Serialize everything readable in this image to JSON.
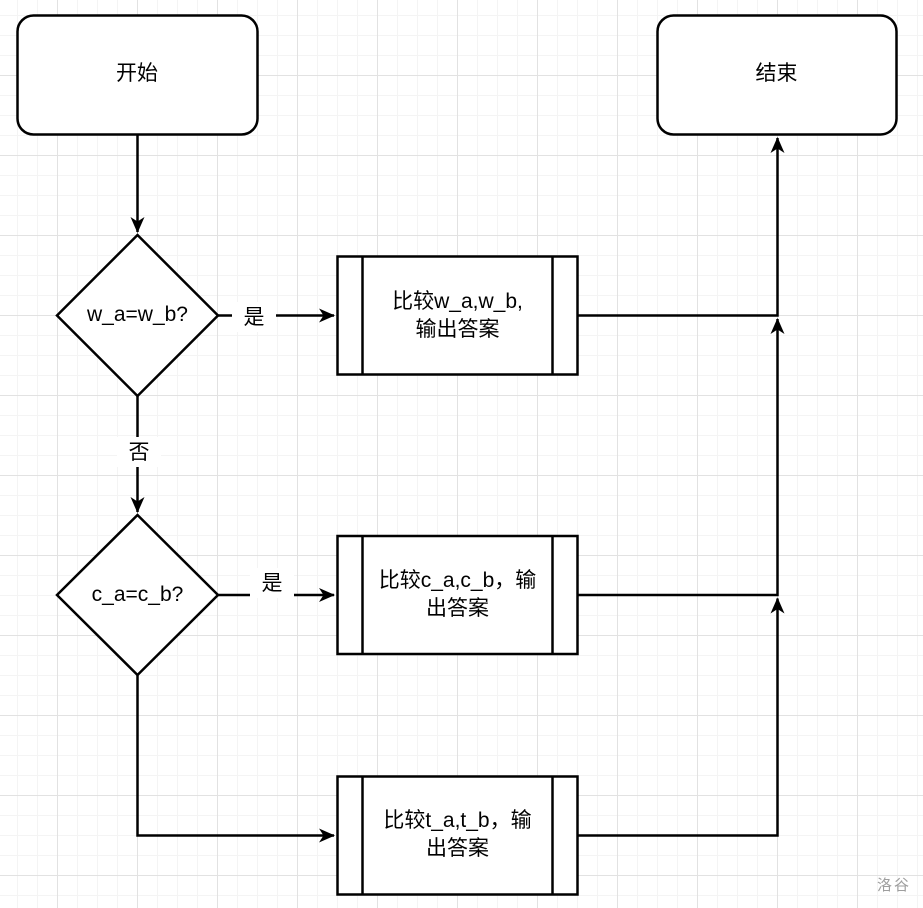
{
  "canvas": {
    "watermark": "洛谷"
  },
  "colors": {
    "stroke": "#000000",
    "text": "#000000",
    "background": "#ffffff",
    "grid_minor": "#f4f4f4",
    "grid_major": "#e2e2e2",
    "watermark": "#9e9e9e"
  },
  "nodes": {
    "start": {
      "label": "开始"
    },
    "end": {
      "label": "结束"
    },
    "decision1": {
      "label": "w_a=w_b?"
    },
    "decision2": {
      "label": "c_a=c_b?"
    },
    "process1": {
      "label": "比较w_a,w_b,\n输出答案"
    },
    "process2": {
      "label": "比较c_a,c_b，输\n出答案"
    },
    "process3": {
      "label": "比较t_a,t_b，输\n出答案"
    }
  },
  "edge_labels": {
    "decision1_yes": "是",
    "decision1_no": "否",
    "decision2_yes": "是"
  }
}
